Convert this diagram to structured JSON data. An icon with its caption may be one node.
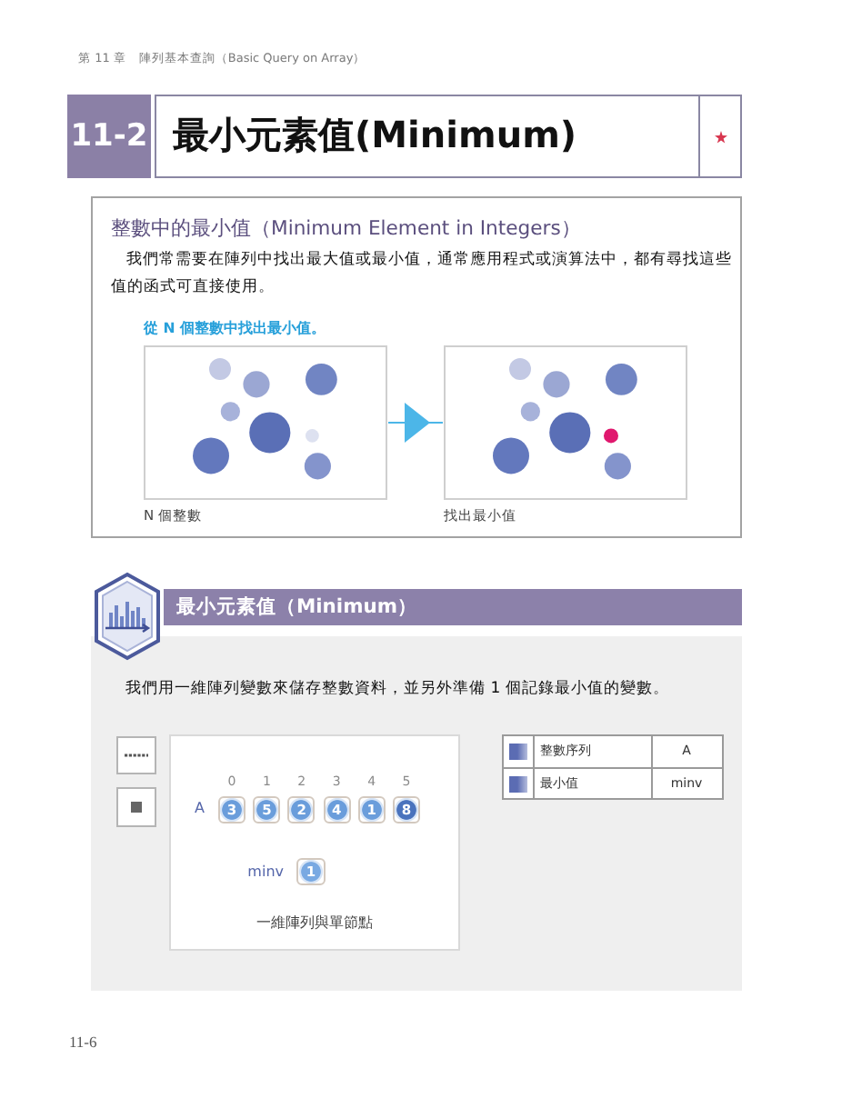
{
  "diagram": {
    "title": "最小元素值(Minimum)",
    "nodes": [
      {
        "text": [],
        "shape": "picture",
        "beside": [
          "N 個整數"
        ]
      },
      {
        "text": [],
        "shape": "picture",
        "beside": [
          "找出最小值"
        ]
      },
      {
        "text": [
          "一維陣列與單節點"
        ]
      },
      {
        "text": [
          "3"
        ],
        "in": 2,
        "beside": [
          "0"
        ]
      },
      {
        "text": [
          "5"
        ],
        "in": 2,
        "beside": [
          "1"
        ]
      },
      {
        "text": [
          "2"
        ],
        "in": 2,
        "beside": [
          "2"
        ]
      },
      {
        "text": [
          "4"
        ],
        "in": 2,
        "beside": [
          "3"
        ]
      },
      {
        "text": [
          "1"
        ],
        "in": 2,
        "beside": [
          "4"
        ]
      },
      {
        "text": [
          "8"
        ],
        "in": 2,
        "beside": [
          "5"
        ]
      },
      {
        "text": [
          "1"
        ],
        "in": 2,
        "beside": [
          "minv"
        ]
      }
    ],
    "edges": [
      {
        "from": 0,
        "to": 1,
        "arrow": "to"
      }
    ],
    "labels": [
      "第 11 章　陣列基本查詢（Basic Query on Array）",
      "11-2",
      "整數中的最小值（Minimum Element in Integers）",
      "我們常需要在陣列中找出最大值或最小值，通常應用程式或演算法中，都有尋找這些值的函式可直接使用。",
      "從 N 個整數中找出最小值。",
      "最小元素值（Minimum）",
      "我們用一維陣列變數來儲存整數資料，並另外準備 1 個記錄最小值的變數。",
      "A",
      "A",
      "minv",
      "11-6"
    ],
    "legend": [
      {
        "text": "整數序列",
        "color": "#5b6cb3"
      },
      {
        "text": "最小值",
        "color": "#5b6cb3"
      }
    ]
  }
}
